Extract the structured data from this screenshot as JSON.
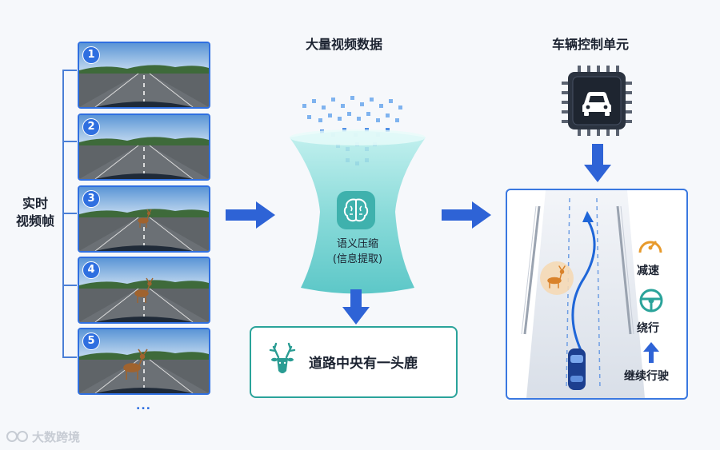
{
  "left": {
    "label_line1": "实时",
    "label_line2": "视频帧",
    "frames": [
      "1",
      "2",
      "3",
      "4",
      "5"
    ],
    "more": "..."
  },
  "middle": {
    "title": "大量视频数据",
    "funnel_line1": "语义压缩",
    "funnel_line2": "(信息提取)",
    "result": "道路中央有一头鹿"
  },
  "right": {
    "title": "车辆控制单元",
    "actions": [
      "减速",
      "绕行",
      "继续行驶"
    ]
  },
  "watermark": "大数跨境",
  "colors": {
    "accent_blue": "#2f6fe0",
    "teal": "#2aa39a",
    "orange": "#e79a2c"
  },
  "icons": [
    "brain-icon",
    "deer-head-icon",
    "chip-car-icon",
    "speedometer-icon",
    "steering-wheel-icon",
    "arrow-up-icon",
    "deer-icon"
  ]
}
